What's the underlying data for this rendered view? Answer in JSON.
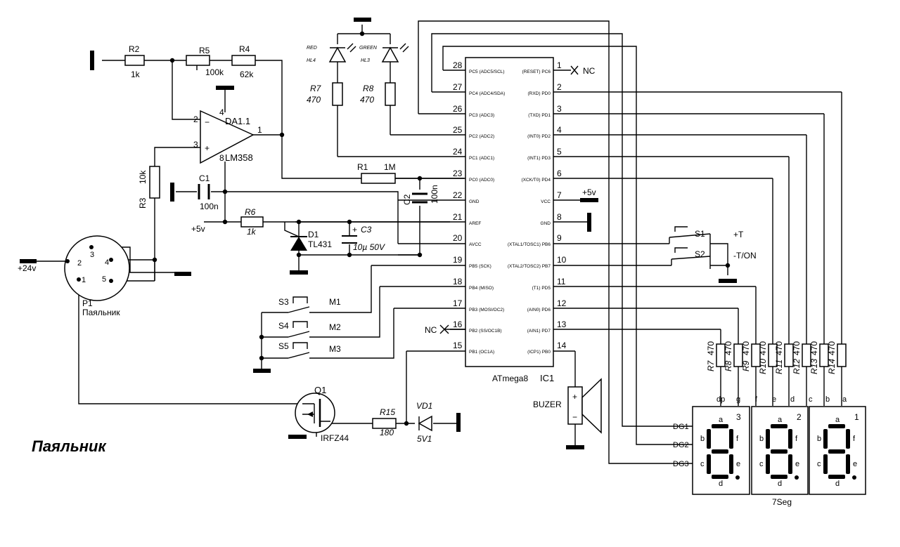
{
  "title": "Паяльник",
  "mcu": {
    "ref": "IC1",
    "name": "ATmega8",
    "left_pins": [
      {
        "num": "28",
        "label": "PC5 (ADC5/SCL)"
      },
      {
        "num": "27",
        "label": "PC4 (ADC4/SDA)"
      },
      {
        "num": "26",
        "label": "PC3 (ADC3)"
      },
      {
        "num": "25",
        "label": "PC2 (ADC2)"
      },
      {
        "num": "24",
        "label": "PC1 (ADC1)"
      },
      {
        "num": "23",
        "label": "PC0 (ADC0)"
      },
      {
        "num": "22",
        "label": "GND"
      },
      {
        "num": "21",
        "label": "AREF"
      },
      {
        "num": "20",
        "label": "AVCC"
      },
      {
        "num": "19",
        "label": "PB5 (SCK)"
      },
      {
        "num": "18",
        "label": "PB4 (MISO)"
      },
      {
        "num": "17",
        "label": "PB3 (MOSI/OC2)"
      },
      {
        "num": "16",
        "label": "PB2 (SS/OC1B)"
      },
      {
        "num": "15",
        "label": "PB1 (OC1A)"
      }
    ],
    "right_pins": [
      {
        "num": "1",
        "label": "(RESET) PC6"
      },
      {
        "num": "2",
        "label": "(RXD) PD0"
      },
      {
        "num": "3",
        "label": "(TXD) PD1"
      },
      {
        "num": "4",
        "label": "(INT0) PD2"
      },
      {
        "num": "5",
        "label": "(INT1) PD3"
      },
      {
        "num": "6",
        "label": "(XCK/T0) PD4"
      },
      {
        "num": "7",
        "label": "VCC"
      },
      {
        "num": "8",
        "label": "GND"
      },
      {
        "num": "9",
        "label": "(XTAL1/TOSC1) PB6"
      },
      {
        "num": "10",
        "label": "(XTAL2/TOSC2) PB7"
      },
      {
        "num": "11",
        "label": "(T1) PD5"
      },
      {
        "num": "12",
        "label": "(AIN0) PD6"
      },
      {
        "num": "13",
        "label": "(AIN1) PD7"
      },
      {
        "num": "14",
        "label": "(ICP1) PB0"
      }
    ]
  },
  "opamp": {
    "ref": "DA1.1",
    "name": "LM358",
    "pin_out": "1",
    "pin_inv": "2",
    "pin_noninv": "3",
    "pin_vminus": "4",
    "pin_vplus": "8",
    "minus": "−",
    "plus": "+"
  },
  "resistors": {
    "r2": {
      "ref": "R2",
      "value": "1k"
    },
    "r5": {
      "ref": "R5",
      "value": "100k"
    },
    "r4": {
      "ref": "R4",
      "value": "62k"
    },
    "r3": {
      "ref": "R3",
      "value": "10k"
    },
    "r1": {
      "ref": "R1",
      "value": "1M"
    },
    "r6": {
      "ref": "R6",
      "value": "1k"
    },
    "r15": {
      "ref": "R15",
      "value": "180"
    },
    "r7a": {
      "ref": "R7",
      "value": "470"
    },
    "r8a": {
      "ref": "R8",
      "value": "470"
    }
  },
  "seg_resistors": [
    {
      "ref": "R7",
      "value": "470",
      "segment": "dp"
    },
    {
      "ref": "R8",
      "value": "470",
      "segment": "g"
    },
    {
      "ref": "R9",
      "value": "470",
      "segment": "f"
    },
    {
      "ref": "R10",
      "value": "470",
      "segment": "e"
    },
    {
      "ref": "R11",
      "value": "470",
      "segment": "d"
    },
    {
      "ref": "R12",
      "value": "470",
      "segment": "c"
    },
    {
      "ref": "R13",
      "value": "470",
      "segment": "b"
    },
    {
      "ref": "R14",
      "value": "470",
      "segment": "a"
    }
  ],
  "capacitors": {
    "c1": {
      "ref": "C1",
      "value": "100n"
    },
    "c2": {
      "ref": "C2",
      "value": "100n"
    },
    "c3": {
      "ref": "C3",
      "value": "10µ 50V",
      "polarity": "+"
    }
  },
  "leds": {
    "hl4": {
      "ref": "HL4",
      "color": "RED"
    },
    "hl3": {
      "ref": "HL3",
      "color": "GREEN"
    }
  },
  "diode_d1": {
    "ref": "D1",
    "name": "TL431"
  },
  "zener_vd1": {
    "ref": "VD1",
    "value": "5V1"
  },
  "transistor": {
    "ref": "Q1",
    "name": "IRFZ44"
  },
  "buzzer": {
    "label": "BUZER",
    "plus": "+",
    "minus": "−"
  },
  "connector": {
    "ref": "P1",
    "name": "Паяльник",
    "pins": [
      "1",
      "2",
      "3",
      "4",
      "5"
    ],
    "supply": "+24v"
  },
  "switches": {
    "s1": {
      "ref": "S1",
      "label": "+T"
    },
    "s2": {
      "ref": "S2",
      "label": "-T/ON"
    },
    "s3": {
      "ref": "S3",
      "label": "M1"
    },
    "s4": {
      "ref": "S4",
      "label": "M2"
    },
    "s5": {
      "ref": "S5",
      "label": "M3"
    }
  },
  "power_labels": {
    "vcc_right": "+5v",
    "vcc_left": "+5v"
  },
  "nc_label": "NC",
  "display": {
    "label": "7Seg",
    "digit_lines": [
      "DG1",
      "DG2",
      "DG3"
    ],
    "digits": [
      "3",
      "2",
      "1"
    ],
    "seg_letters": {
      "a": "a",
      "b": "b",
      "c": "c",
      "d": "d",
      "e": "e",
      "f": "f"
    }
  }
}
